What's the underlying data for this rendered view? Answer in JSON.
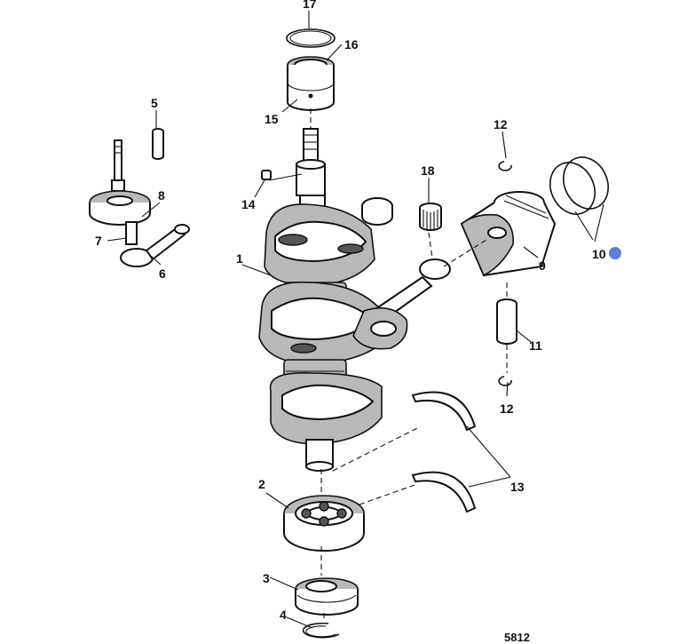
{
  "callouts": [
    {
      "id": "17",
      "label": "17"
    },
    {
      "id": "16",
      "label": "16"
    },
    {
      "id": "15",
      "label": "15"
    },
    {
      "id": "5",
      "label": "5"
    },
    {
      "id": "8",
      "label": "8"
    },
    {
      "id": "7",
      "label": "7"
    },
    {
      "id": "6",
      "label": "6"
    },
    {
      "id": "14",
      "label": "14"
    },
    {
      "id": "1",
      "label": "1"
    },
    {
      "id": "18",
      "label": "18"
    },
    {
      "id": "12a",
      "label": "12"
    },
    {
      "id": "9",
      "label": "9"
    },
    {
      "id": "10",
      "label": "10"
    },
    {
      "id": "11",
      "label": "11"
    },
    {
      "id": "12b",
      "label": "12"
    },
    {
      "id": "13",
      "label": "13"
    },
    {
      "id": "2",
      "label": "2"
    },
    {
      "id": "3",
      "label": "3"
    },
    {
      "id": "4",
      "label": "4"
    }
  ],
  "figure_number": "5812",
  "marker_color": "#5b7fe0"
}
